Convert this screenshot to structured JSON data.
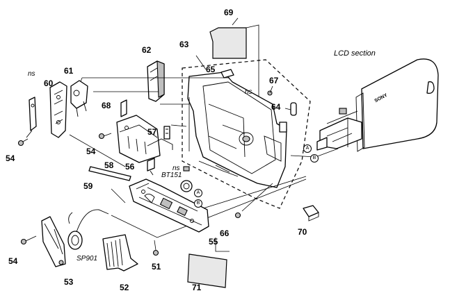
{
  "labels": {
    "n69": "69",
    "n62": "62",
    "n63": "63",
    "n65": "65",
    "n67": "67",
    "n64": "64",
    "n61": "61",
    "n60": "60",
    "n68": "68",
    "n57": "57",
    "n54a": "54",
    "n54b": "54",
    "n54c": "54",
    "n58": "58",
    "n56": "56",
    "n59": "59",
    "n55": "55",
    "n66": "66",
    "n70": "70",
    "n53": "53",
    "n51": "51",
    "n52": "52",
    "n71": "71"
  },
  "notes": {
    "lcd_section": "LCD section",
    "ns1": "ns",
    "ns2": "ns",
    "ns3": "ns",
    "bt151": "BT151",
    "sp901": "SP901",
    "brand": "SONY"
  },
  "markers": {
    "a1": "A",
    "b1": "B",
    "a2": "A",
    "b2": "B"
  }
}
